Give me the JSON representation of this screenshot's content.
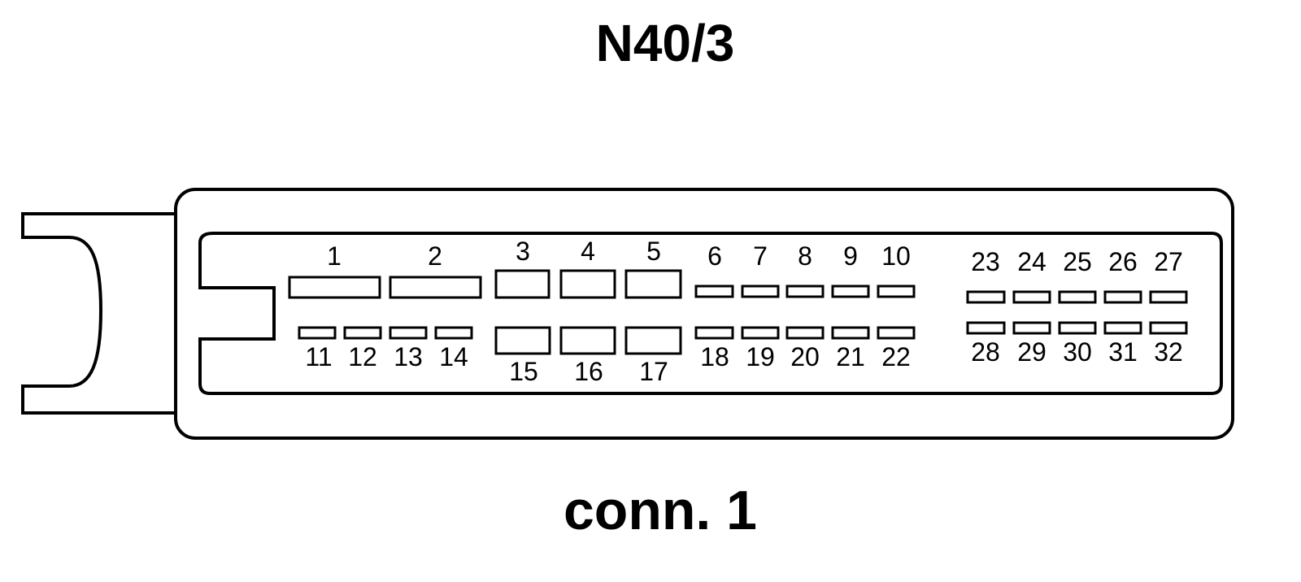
{
  "title": "N40/3",
  "caption": "conn. 1",
  "pins": [
    "1",
    "2",
    "3",
    "4",
    "5",
    "6",
    "7",
    "8",
    "9",
    "10",
    "11",
    "12",
    "13",
    "14",
    "15",
    "16",
    "17",
    "18",
    "19",
    "20",
    "21",
    "22",
    "23",
    "24",
    "25",
    "26",
    "27",
    "28",
    "29",
    "30",
    "31",
    "32"
  ]
}
